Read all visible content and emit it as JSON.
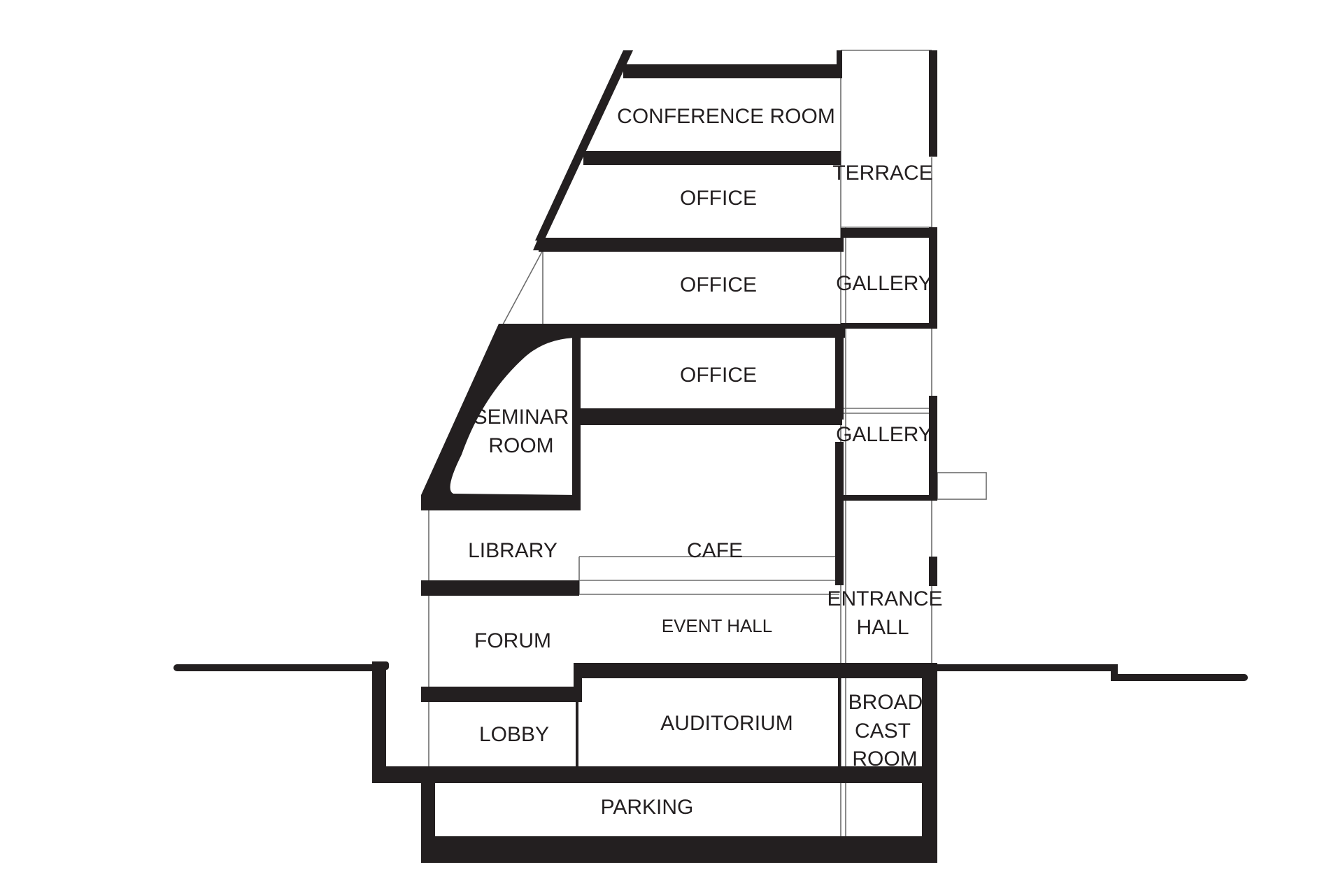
{
  "colors": {
    "ink": "#231f20",
    "thin": "#6d6d6d",
    "background": "#ffffff"
  },
  "rooms": {
    "conference_room": "CONFERENCE ROOM",
    "office_top": "OFFICE",
    "office_mid": "OFFICE",
    "office_low": "OFFICE",
    "terrace": "TERRACE",
    "gallery_upper": "GALLERY",
    "gallery_lower": "GALLERY",
    "seminar_room_1": "SEMINAR",
    "seminar_room_2": "ROOM",
    "library": "LIBRARY",
    "cafe": "CAFE",
    "entrance_hall_1": "ENTRANCE",
    "entrance_hall_2": "HALL",
    "event_hall": "EVENT HALL",
    "forum": "FORUM",
    "broadcast_room_1": "BROAD",
    "broadcast_room_2": "CAST",
    "broadcast_room_3": "ROOM",
    "auditorium": "AUDITORIUM",
    "lobby": "LOBBY",
    "parking": "PARKING"
  }
}
